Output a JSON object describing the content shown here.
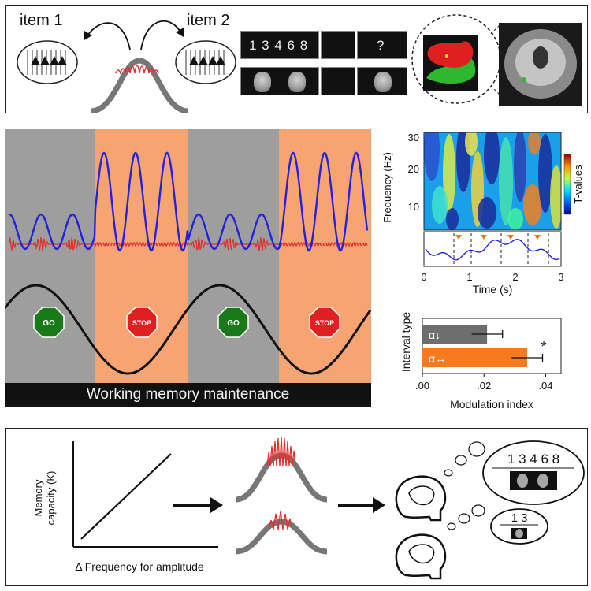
{
  "top_panel": {
    "item1_label": "item 1",
    "item2_label": "item 2",
    "digit_sequence": "1 3 4 6 8",
    "question_mark": "?"
  },
  "middle_panel": {
    "go_label": "GO",
    "stop_label": "STOP",
    "caption": "Working memory maintenance",
    "colors": {
      "gray_interval": "#9e9e9e",
      "orange_interval": "#f7a473",
      "theta_wave": "#2222dd",
      "gamma_wave": "#e03030",
      "go_sign": "#1a7a1a",
      "stop_sign": "#e02020"
    }
  },
  "spectrogram": {
    "ylabel": "Frequency (Hz)",
    "xlabel": "Time (s)",
    "colorbar_label": "T-values",
    "y_ticks": [
      "30",
      "20",
      "10"
    ],
    "x_ticks": [
      "0",
      "1",
      "2",
      "3"
    ]
  },
  "bar_chart": {
    "ylabel": "Interval type",
    "xlabel": "Modulation index",
    "x_ticks": [
      ".00",
      ".02",
      ".04"
    ],
    "significance": "*"
  },
  "chart_data": {
    "type": "bar",
    "orientation": "horizontal",
    "categories": [
      "α↓",
      "α↔"
    ],
    "values": [
      0.021,
      0.034
    ],
    "errors": [
      0.005,
      0.005
    ],
    "colors": [
      "#6e6e6e",
      "#f77a1e"
    ],
    "xlim": [
      0,
      0.045
    ],
    "xlabel": "Modulation index",
    "ylabel": "Interval type"
  },
  "bottom_panel": {
    "ylabel_line1": "Memory",
    "ylabel_line2": "capacity (K)",
    "xlabel": "Δ Frequency for amplitude",
    "large_sequence": "1 3 4 6 8",
    "small_sequence": "1 3"
  }
}
